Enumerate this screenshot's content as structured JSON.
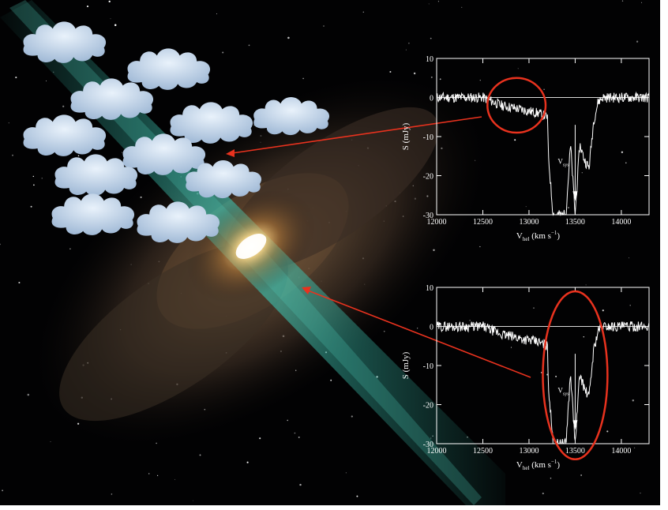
{
  "colors": {
    "background": "#020203",
    "jet": "#3fb5a4",
    "galaxy_core": "#fff3d6",
    "cloud": "#b9cfe6",
    "highlight": "#e8321e",
    "spectrum": "#ffffff"
  },
  "chart_data": [
    {
      "type": "line",
      "title": "",
      "xlabel": "V",
      "xlabel_sub": "hel",
      "xlabel_unit": "(km s",
      "xlabel_unit_sup": "−1",
      "xlabel_close": ")",
      "ylabel": "S (mJy)",
      "xlim": [
        12000,
        14300
      ],
      "ylim": [
        -30,
        10
      ],
      "xticks": [
        "12000",
        "12500",
        "13000",
        "13500",
        "14000"
      ],
      "yticks": [
        "10",
        "0",
        "-10",
        "-20",
        "-30"
      ],
      "zero_line": 0,
      "annotation": {
        "text": "V",
        "sub": "sys",
        "x": 13500
      },
      "highlight_region": {
        "x": [
          12550,
          13180
        ],
        "y": [
          -9,
          5
        ]
      },
      "series": [
        {
          "x": [
            12000,
            12500,
            12600,
            12700,
            12900,
            13100,
            13200,
            13210,
            13260,
            13300,
            13400,
            13450,
            13500,
            13550,
            13600,
            13650,
            13700,
            13750,
            13800,
            13850,
            14000,
            14300
          ],
          "values": [
            0,
            0,
            -1,
            -2,
            -3,
            -4,
            -5,
            -15,
            -30,
            -30,
            -30,
            -12,
            -30,
            -12,
            -16,
            -18,
            -6,
            -1,
            0,
            0,
            0,
            0
          ]
        }
      ]
    },
    {
      "type": "line",
      "title": "",
      "xlabel": "V",
      "xlabel_sub": "hel",
      "xlabel_unit": "(km s",
      "xlabel_unit_sup": "−1",
      "xlabel_close": ")",
      "ylabel": "S (mJy)",
      "xlim": [
        12000,
        14300
      ],
      "ylim": [
        -30,
        10
      ],
      "xticks": [
        "12000",
        "12500",
        "13000",
        "13500",
        "14000"
      ],
      "yticks": [
        "10",
        "0",
        "-10",
        "-20",
        "-30"
      ],
      "zero_line": 0,
      "annotation": {
        "text": "V",
        "sub": "sys",
        "x": 13500
      },
      "highlight_region": {
        "x": [
          13150,
          13850
        ],
        "y": [
          -34,
          9
        ]
      },
      "series": [
        {
          "x": [
            12000,
            12500,
            12600,
            12700,
            12900,
            13100,
            13200,
            13210,
            13260,
            13300,
            13400,
            13450,
            13500,
            13550,
            13600,
            13650,
            13700,
            13750,
            13800,
            13850,
            14000,
            14300
          ],
          "values": [
            0,
            0,
            -1,
            -2,
            -3,
            -4,
            -5,
            -15,
            -30,
            -30,
            -30,
            -12,
            -30,
            -12,
            -16,
            -18,
            -6,
            -1,
            0,
            0,
            0,
            0
          ]
        }
      ]
    }
  ]
}
